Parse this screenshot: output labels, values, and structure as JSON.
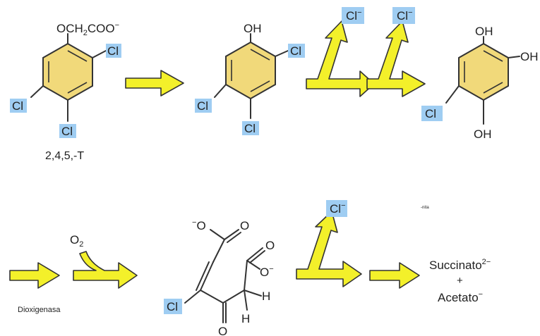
{
  "compounds": {
    "t245": {
      "name": "2,4,5,-T",
      "substituent_top": "OCH",
      "substituent_sub": "2",
      "substituent_rest": "COO",
      "substituent_sup": "−",
      "cl": "Cl"
    },
    "phenol": {
      "oh": "OH",
      "cl": "Cl"
    },
    "hydroquinone": {
      "oh": "OH",
      "cl": "Cl"
    },
    "maleyl": {
      "o_minus": "O",
      "o_sup": "−",
      "o": "O",
      "h": "H",
      "cl": "Cl"
    }
  },
  "released": {
    "chloride": "Cl",
    "chloride_sup": "−"
  },
  "reagents": {
    "oxygen": "O",
    "oxygen_sub": "2",
    "enzyme": "Dioxigenasa"
  },
  "products": {
    "succinate": "Succinato",
    "succinate_sup": "2−",
    "plus": "+",
    "acetate": "Acetato",
    "acetate_sup": "−"
  },
  "misc": {
    "stray_mark": "-nita"
  },
  "colors": {
    "ring_fill": "#f1d97a",
    "arrow_fill": "#f3f02a",
    "highlight": "#9fcdf2"
  }
}
